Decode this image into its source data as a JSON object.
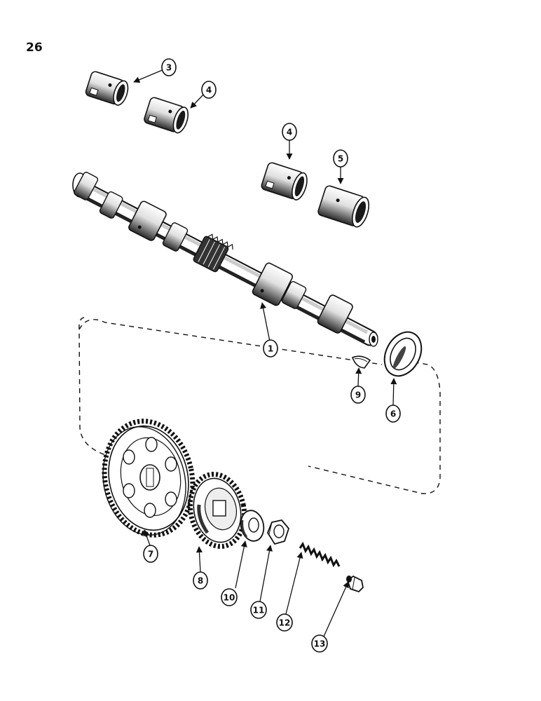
{
  "page_number": "26",
  "callouts": [
    "1",
    "3",
    "4",
    "4",
    "5",
    "6",
    "7",
    "8",
    "9",
    "10",
    "11",
    "12",
    "13"
  ]
}
